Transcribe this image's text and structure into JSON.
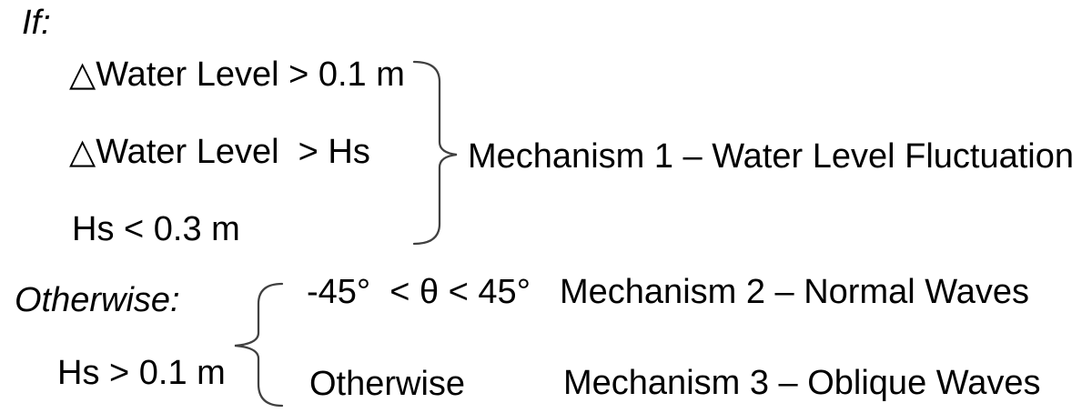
{
  "colors": {
    "background": "#ffffff",
    "text": "#000000",
    "brace": "#404040"
  },
  "diagram": {
    "if_label": "If:",
    "if_block": {
      "conditions": [
        "△Water Level > 0.1 m",
        "△Water Level  > Hs",
        "Hs < 0.3 m"
      ],
      "result": "Mechanism 1 – Water Level Fluctuation"
    },
    "otherwise_label": "Otherwise:",
    "otherwise_block": {
      "condition": "Hs > 0.1 m",
      "branches": [
        {
          "condition": "-45°  < θ < 45°",
          "result": "Mechanism 2 – Normal Waves"
        },
        {
          "condition": "Otherwise",
          "result": "Mechanism 3 – Oblique Waves"
        }
      ]
    }
  }
}
